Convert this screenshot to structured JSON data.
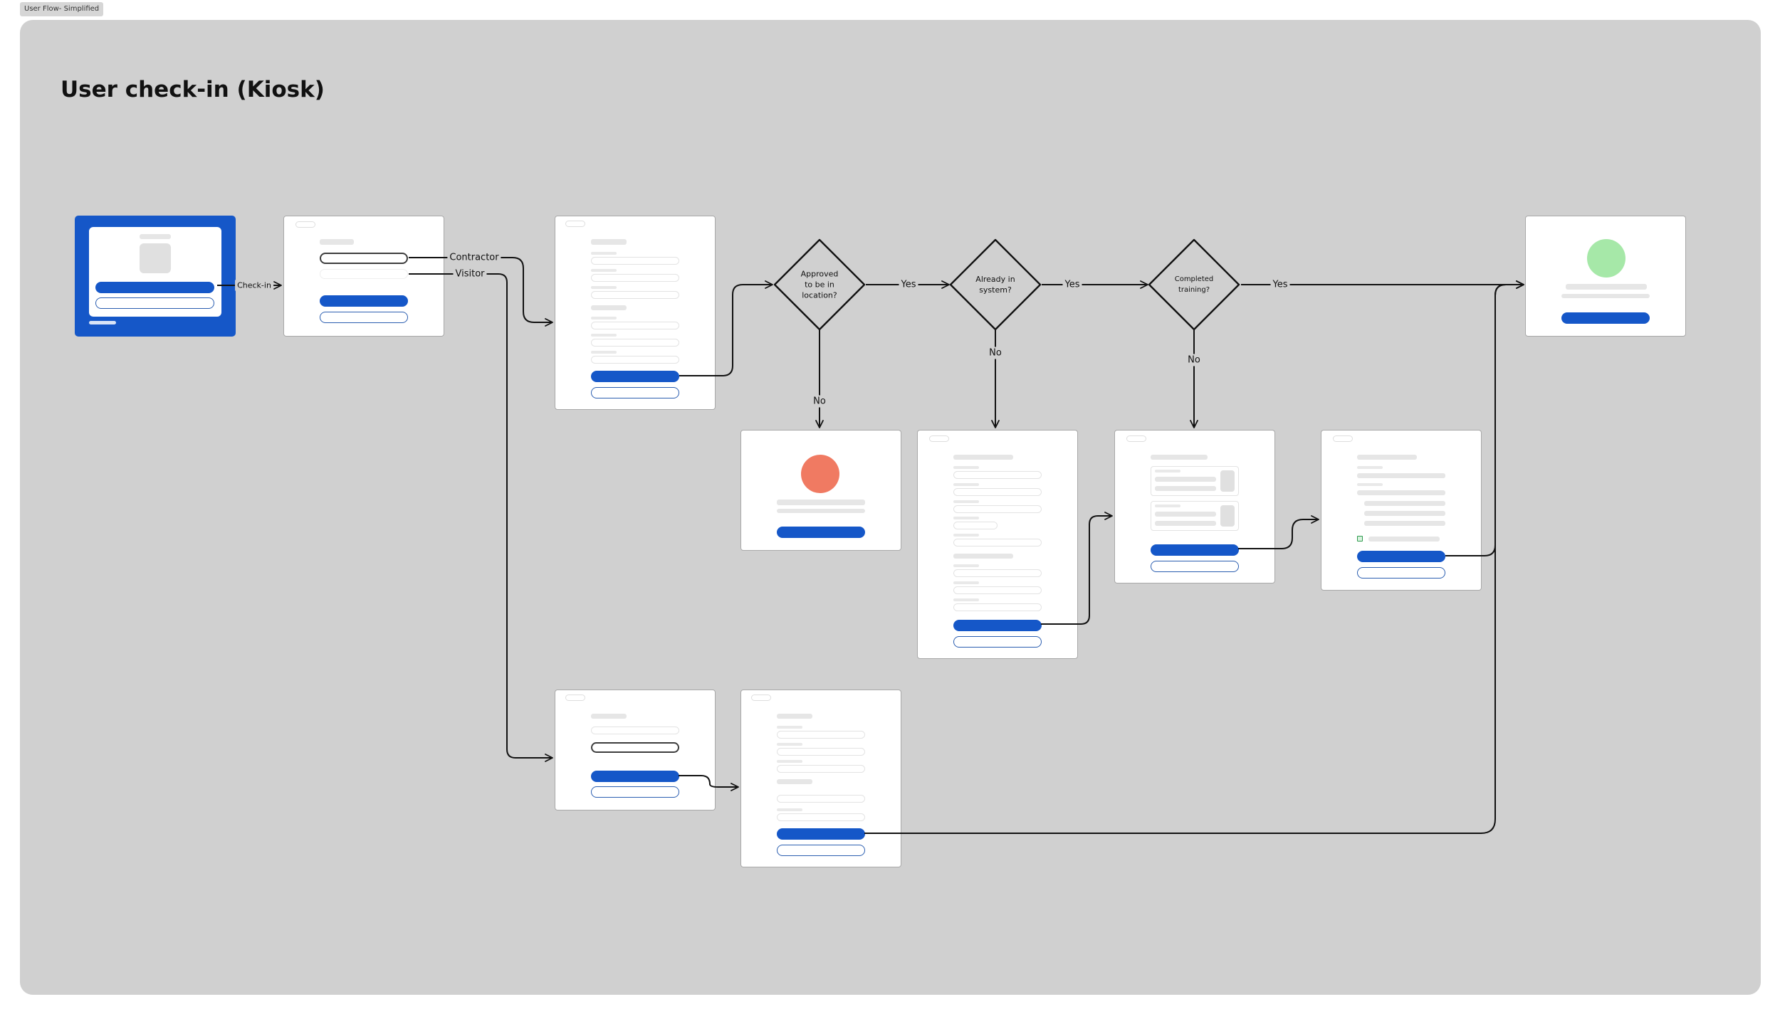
{
  "frame": {
    "tag": "User Flow- Simplified"
  },
  "page": {
    "title": "User check-in (Kiosk)"
  },
  "flow": {
    "labels": {
      "check_in": "Check-in",
      "contractor": "Contractor",
      "visitor": "Visitor",
      "yes": "Yes",
      "no": "No"
    },
    "decisions": [
      {
        "id": "approved",
        "text": "Approved to be in location?"
      },
      {
        "id": "in_system",
        "text": "Already in system?"
      },
      {
        "id": "training",
        "text": "Completed training?"
      }
    ]
  },
  "colors": {
    "canvas": "#d0d0d0",
    "primary": "#1557c8",
    "success": "#a6e8a8",
    "error": "#f07a62",
    "line": "#111111"
  },
  "icons": [
    "success-status-icon",
    "error-status-icon",
    "avatar-placeholder-icon",
    "checkbox-icon"
  ]
}
